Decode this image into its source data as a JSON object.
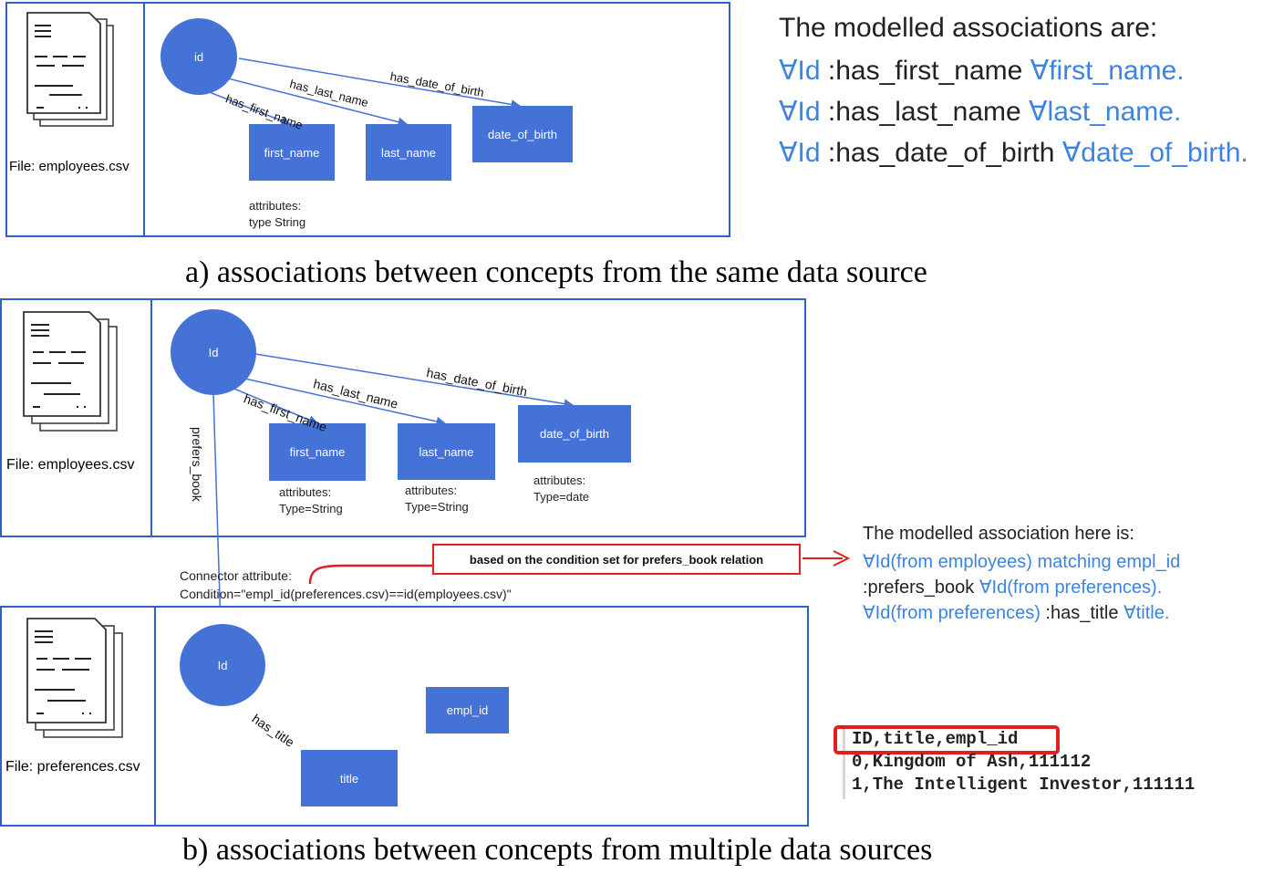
{
  "panel_a": {
    "file_label": "File: employees.csv",
    "nodes": {
      "id": "id",
      "first_name": "first_name",
      "last_name": "last_name",
      "date_of_birth": "date_of_birth"
    },
    "edges": {
      "has_first_name": "has_first_name",
      "has_last_name": "has_last_name",
      "has_date_of_birth": "has_date_of_birth"
    },
    "attributes_line1": "attributes:",
    "attributes_line2": "type String"
  },
  "assoc_a": {
    "title": "The modelled associations are:",
    "lines": [
      {
        "p1": "∀Id",
        "p2": " :has_first_name ",
        "p3": "∀first_name."
      },
      {
        "p1": "∀Id",
        "p2": " :has_last_name ",
        "p3": "∀last_name."
      },
      {
        "p1": "∀Id",
        "p2": " :has_date_of_birth ",
        "p3": "∀date_of_birth."
      }
    ]
  },
  "caption_a": "a) associations between concepts from the same data source",
  "panel_b1": {
    "file_label": "File: employees.csv",
    "nodes": {
      "id": "Id",
      "first_name": "first_name",
      "last_name": "last_name",
      "date_of_birth": "date_of_birth"
    },
    "edges": {
      "has_first_name": "has_first_name",
      "has_last_name": "has_last_name",
      "has_date_of_birth": "has_date_of_birth",
      "prefers_book": "prefers_book"
    },
    "attr_first": [
      "attributes:",
      "Type=String"
    ],
    "attr_last": [
      "attributes:",
      "Type=String"
    ],
    "attr_dob": [
      "attributes:",
      "Type=date"
    ]
  },
  "connector": {
    "line1": "Connector attribute:",
    "line2": "Condition=\"empl_id(preferences.csv)==id(employees.csv)\"",
    "callout": "based on the condition set for prefers_book relation"
  },
  "assoc_b": {
    "title": "The modelled association here is:",
    "line1": "∀Id(from employees)  matching empl_id",
    "line2_dark": ":prefers_book ",
    "line2_blue": "∀Id(from  preferences).",
    "line3_blue_a": "∀Id(from preferences) ",
    "line3_dark": " :has_title ",
    "line3_blue_b": "∀title."
  },
  "panel_b2": {
    "file_label": "File: preferences.csv",
    "nodes": {
      "id": "Id",
      "empl_id": "empl_id",
      "title": "title"
    },
    "edges": {
      "has_title": "has_title"
    }
  },
  "csv": {
    "header": "ID,title,empl_id",
    "rows": [
      "0,Kingdom of Ash,111112",
      "1,The Intelligent Investor,111111"
    ]
  },
  "caption_b": "b) associations between concepts from multiple data sources",
  "colors": {
    "node": "#4472d6",
    "border": "#2e62c8",
    "blue_text": "#3d83e0",
    "callout": "#e02020"
  }
}
